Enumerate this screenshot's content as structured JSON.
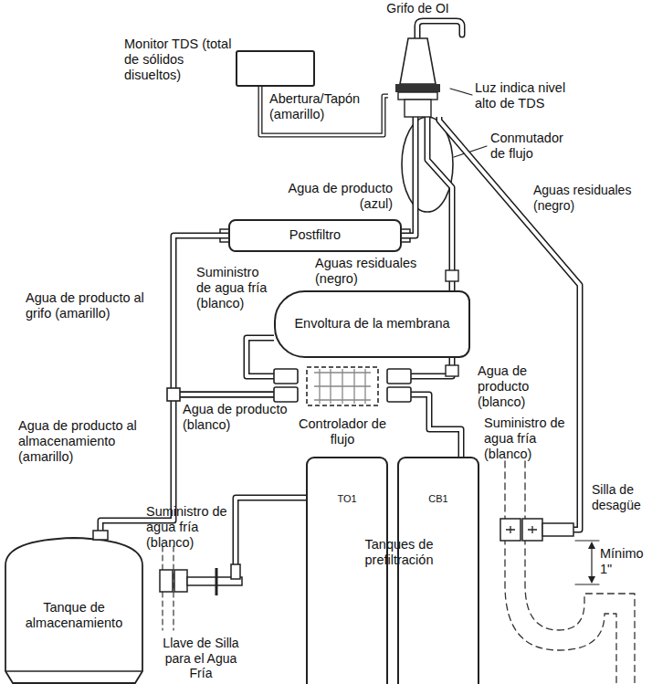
{
  "diagram": {
    "nodes": [
      {
        "text": [
          "Monitor TDS (total de sólidos disueltos)"
        ]
      },
      {
        "text": [
          "Grifo de OI"
        ]
      },
      {
        "text": [
          "Postfiltro"
        ]
      },
      {
        "text": [
          "Envoltura de la membrana"
        ]
      },
      {
        "text": [
          "Controlador de flujo"
        ]
      },
      {
        "text": [
          "TO1"
        ]
      },
      {
        "text": [
          "CB1"
        ]
      },
      {
        "text": [
          "Tanque de almacenamiento"
        ]
      },
      {
        "text": [
          "Llave de Silla para el Agua Fría"
        ]
      },
      {
        "text": [
          "Silla de desagüe"
        ]
      }
    ],
    "edges": [
      {
        "from": 8,
        "to": 5,
        "label": "Suministro de agua fría (blanco)",
        "arrow": "none"
      },
      {
        "from": 6,
        "to": 4,
        "label": "Suministro de agua fría (blanco)",
        "arrow": "none"
      },
      {
        "from": 4,
        "to": 3,
        "label": "Suministro de agua fría (blanco)",
        "arrow": "none"
      },
      {
        "from": 3,
        "to": 4,
        "label": "Agua de producto (blanco)",
        "arrow": "none"
      },
      {
        "from": 4,
        "to": 7,
        "label": "Agua de producto al almacenamiento (amarillo)",
        "arrow": "none"
      },
      {
        "from": 4,
        "to": 2,
        "label": "Agua de producto al grifo (amarillo)",
        "arrow": "none"
      },
      {
        "from": 2,
        "to": 1,
        "label": "Agua de producto (azul)",
        "arrow": "none"
      },
      {
        "from": 3,
        "to": 1,
        "label": "Aguas residuales (negro)",
        "arrow": "none"
      },
      {
        "from": 1,
        "to": 9,
        "label": "Aguas residuales (negro)",
        "arrow": "none"
      },
      {
        "from": 0,
        "to": 1,
        "arrow": "none"
      }
    ],
    "labels": [
      "Luz indica nivel alto de TDS",
      "Conmutador de flujo",
      "Abertura/Tapón (amarillo)",
      "Agua de producto (blanco)",
      "Tanques de prefiltración",
      "Mínimo 1\""
    ]
  }
}
